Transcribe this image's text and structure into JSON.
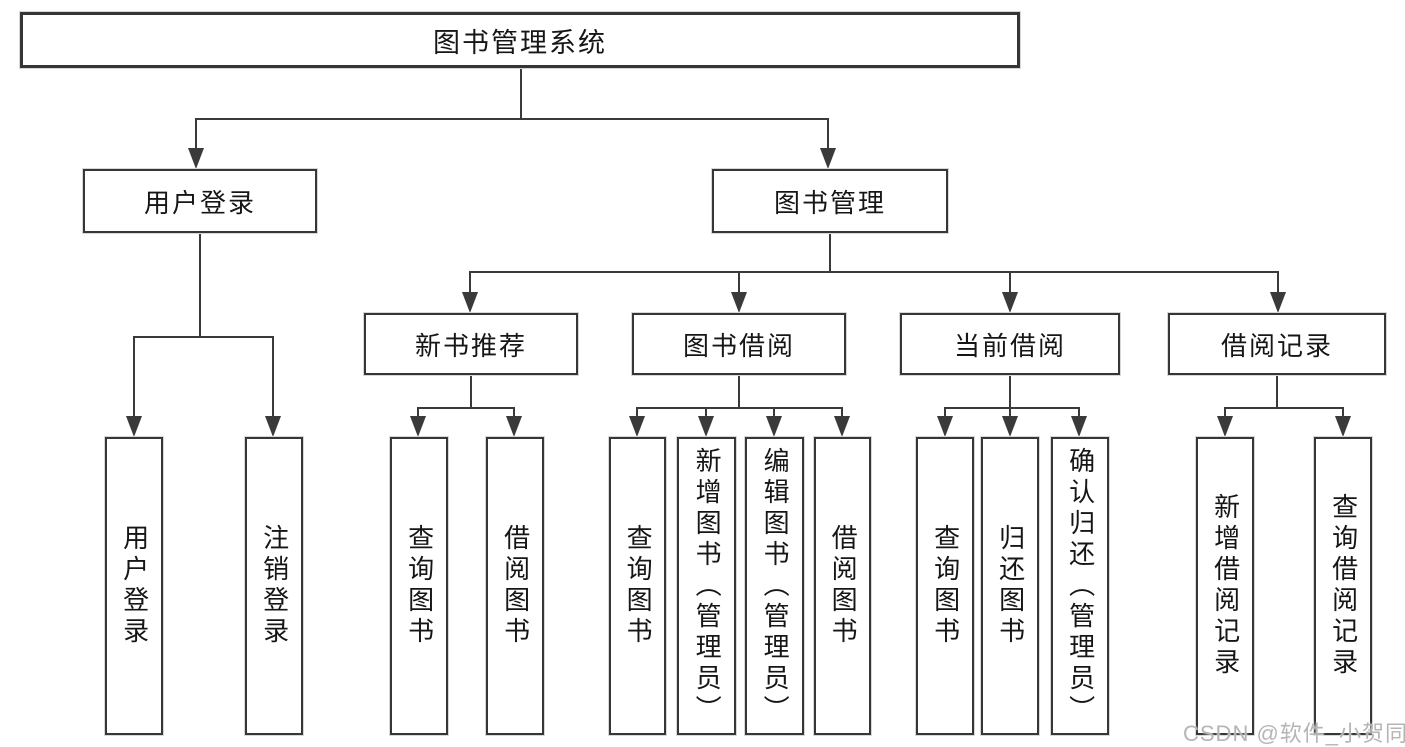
{
  "diagram": {
    "type": "tree",
    "root": {
      "label": "图书管理系统"
    },
    "level2": [
      {
        "id": "user-login",
        "label": "用户登录"
      },
      {
        "id": "book-management",
        "label": "图书管理"
      }
    ],
    "level3": [
      {
        "id": "new-book-recommend",
        "label": "新书推荐",
        "parent": "book-management"
      },
      {
        "id": "book-borrow",
        "label": "图书借阅",
        "parent": "book-management"
      },
      {
        "id": "current-borrow",
        "label": "当前借阅",
        "parent": "book-management"
      },
      {
        "id": "borrow-record",
        "label": "借阅记录",
        "parent": "book-management"
      }
    ],
    "leaves": [
      {
        "id": "leaf-user-login",
        "label": "用户登录",
        "parent": "user-login"
      },
      {
        "id": "leaf-logout",
        "label": "注销登录",
        "parent": "user-login"
      },
      {
        "id": "leaf-rec-query-book",
        "label": "查询图书",
        "parent": "new-book-recommend"
      },
      {
        "id": "leaf-rec-borrow-book",
        "label": "借阅图书",
        "parent": "new-book-recommend"
      },
      {
        "id": "leaf-bb-query-book",
        "label": "查询图书",
        "parent": "book-borrow"
      },
      {
        "id": "leaf-bb-add-book",
        "label": "新增图书（管理员）",
        "parent": "book-borrow"
      },
      {
        "id": "leaf-bb-edit-book",
        "label": "编辑图书（管理员）",
        "parent": "book-borrow"
      },
      {
        "id": "leaf-bb-borrow-book",
        "label": "借阅图书",
        "parent": "book-borrow"
      },
      {
        "id": "leaf-cb-query-book",
        "label": "查询图书",
        "parent": "current-borrow"
      },
      {
        "id": "leaf-cb-return-book",
        "label": "归还图书",
        "parent": "current-borrow"
      },
      {
        "id": "leaf-cb-confirm-return",
        "label": "确认归还（管理员）",
        "parent": "current-borrow"
      },
      {
        "id": "leaf-br-add-record",
        "label": "新增借阅记录",
        "parent": "borrow-record"
      },
      {
        "id": "leaf-br-query-record",
        "label": "查询借阅记录",
        "parent": "borrow-record"
      }
    ]
  },
  "watermark": "CSDN @软件_小贺同学",
  "colors": {
    "background": "#ffffff",
    "line": "#3a3a3a",
    "box_border": "#363636",
    "text": "#161616",
    "watermark": "#b5b5b5"
  }
}
